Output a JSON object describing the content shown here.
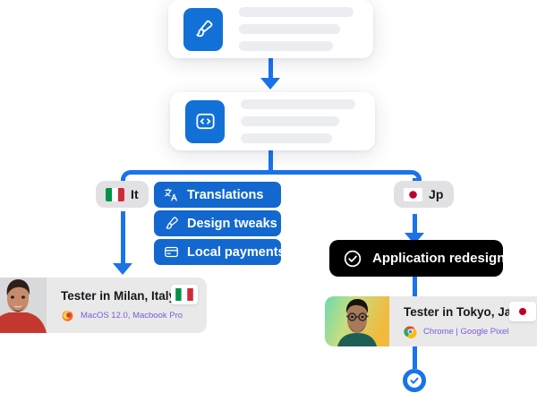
{
  "cards": [
    {
      "icon": "paintbrush-icon",
      "lines": [
        100,
        88,
        82
      ]
    },
    {
      "icon": "code-icon",
      "lines": [
        100,
        86,
        80
      ]
    }
  ],
  "language_chips": [
    {
      "flag": "flag-italy",
      "code": "It"
    },
    {
      "flag": "flag-japan",
      "code": "Jp"
    }
  ],
  "tasks": [
    {
      "icon": "translate-icon",
      "label": "Translations"
    },
    {
      "icon": "paintbrush-icon",
      "label": "Design tweaks"
    },
    {
      "icon": "credit-card-icon",
      "label": "Local payments"
    }
  ],
  "badge": {
    "icon": "check-circle-icon",
    "label": "Application redesign"
  },
  "testers": [
    {
      "name": "Tester in Milan, Italy",
      "browser_icon": "firefox-icon",
      "device": "MacOS 12.0, Macbook Pro",
      "flag": "flag-italy"
    },
    {
      "name": "Tester in Tokyo, Japan",
      "browser_icon": "chrome-icon",
      "device": "Chrome | Google Pixel",
      "flag": "flag-japan"
    }
  ],
  "end_node": {
    "icon": "check-circle-icon"
  },
  "colors": {
    "accent_blue": "#1A73E8",
    "chip_blue": "#1268CE",
    "badge_black": "#000000",
    "chip_gray": "#E1E1E3",
    "card_gray": "#E9E9EA",
    "skeleton_gray": "#ECEDF0",
    "meta_purple": "#7B5CD6"
  }
}
